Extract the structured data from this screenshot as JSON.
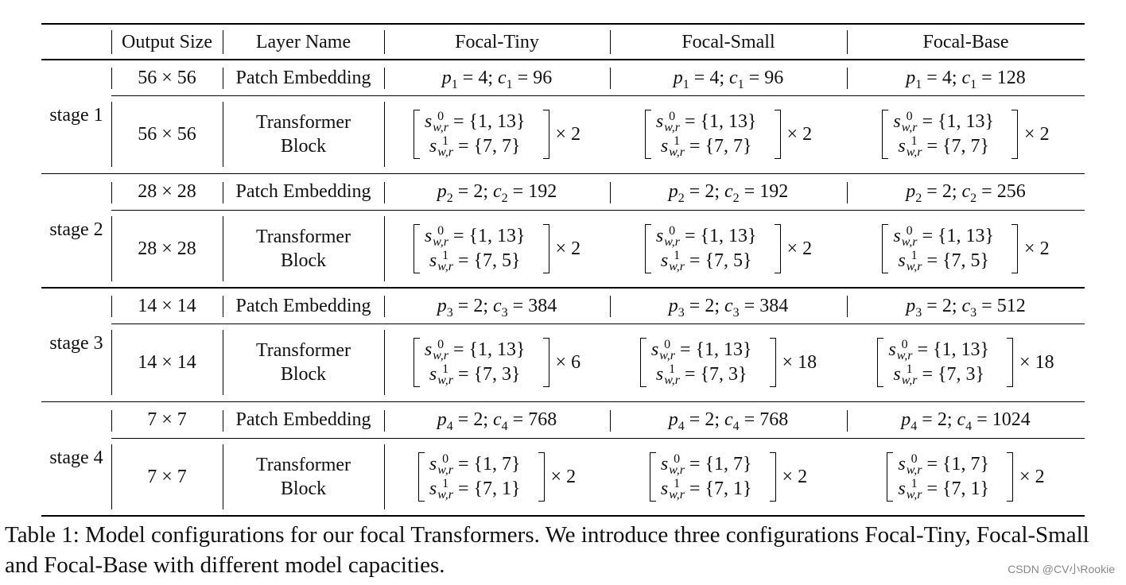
{
  "header": {
    "stage": "",
    "output_size": "Output Size",
    "layer_name": "Layer Name",
    "models": [
      "Focal-Tiny",
      "Focal-Small",
      "Focal-Base"
    ]
  },
  "stages": [
    {
      "label": "stage 1",
      "idx": "1",
      "pe": {
        "output": "56 × 56",
        "name": "Patch Embedding",
        "p": [
          "4",
          "4",
          "4"
        ],
        "c": [
          "96",
          "96",
          "128"
        ]
      },
      "tb": {
        "output": "56 × 56",
        "name": [
          "Transformer",
          "Block"
        ],
        "s0": [
          "{1, 13}",
          "{1, 13}",
          "{1, 13}"
        ],
        "s1": [
          "{7, 7}",
          "{7, 7}",
          "{7, 7}"
        ],
        "repeat": [
          "× 2",
          "× 2",
          "× 2"
        ]
      }
    },
    {
      "label": "stage 2",
      "idx": "2",
      "pe": {
        "output": "28 × 28",
        "name": "Patch Embedding",
        "p": [
          "2",
          "2",
          "2"
        ],
        "c": [
          "192",
          "192",
          "256"
        ]
      },
      "tb": {
        "output": "28 × 28",
        "name": [
          "Transformer",
          "Block"
        ],
        "s0": [
          "{1, 13}",
          "{1, 13}",
          "{1, 13}"
        ],
        "s1": [
          "{7, 5}",
          "{7, 5}",
          "{7, 5}"
        ],
        "repeat": [
          "× 2",
          "× 2",
          "× 2"
        ]
      }
    },
    {
      "label": "stage 3",
      "idx": "3",
      "pe": {
        "output": "14 × 14",
        "name": "Patch Embedding",
        "p": [
          "2",
          "2",
          "2"
        ],
        "c": [
          "384",
          "384",
          "512"
        ]
      },
      "tb": {
        "output": "14 × 14",
        "name": [
          "Transformer",
          "Block"
        ],
        "s0": [
          "{1, 13}",
          "{1, 13}",
          "{1, 13}"
        ],
        "s1": [
          "{7, 3}",
          "{7, 3}",
          "{7, 3}"
        ],
        "repeat": [
          "× 6",
          "× 18",
          "× 18"
        ]
      }
    },
    {
      "label": "stage 4",
      "idx": "4",
      "pe": {
        "output": "7 × 7",
        "name": "Patch Embedding",
        "p": [
          "2",
          "2",
          "2"
        ],
        "c": [
          "768",
          "768",
          "1024"
        ]
      },
      "tb": {
        "output": "7 × 7",
        "name": [
          "Transformer",
          "Block"
        ],
        "s0": [
          "{1, 7}",
          "{1, 7}",
          "{1, 7}"
        ],
        "s1": [
          "{7, 1}",
          "{7, 1}",
          "{7, 1}"
        ],
        "repeat": [
          "× 2",
          "× 2",
          "× 2"
        ]
      }
    }
  ],
  "caption": "Table 1: Model configurations for our focal Transformers. We introduce three configurations Focal-Tiny, Focal-Small and Focal-Base with different model capacities.",
  "watermark": "CSDN @CV小Rookie"
}
